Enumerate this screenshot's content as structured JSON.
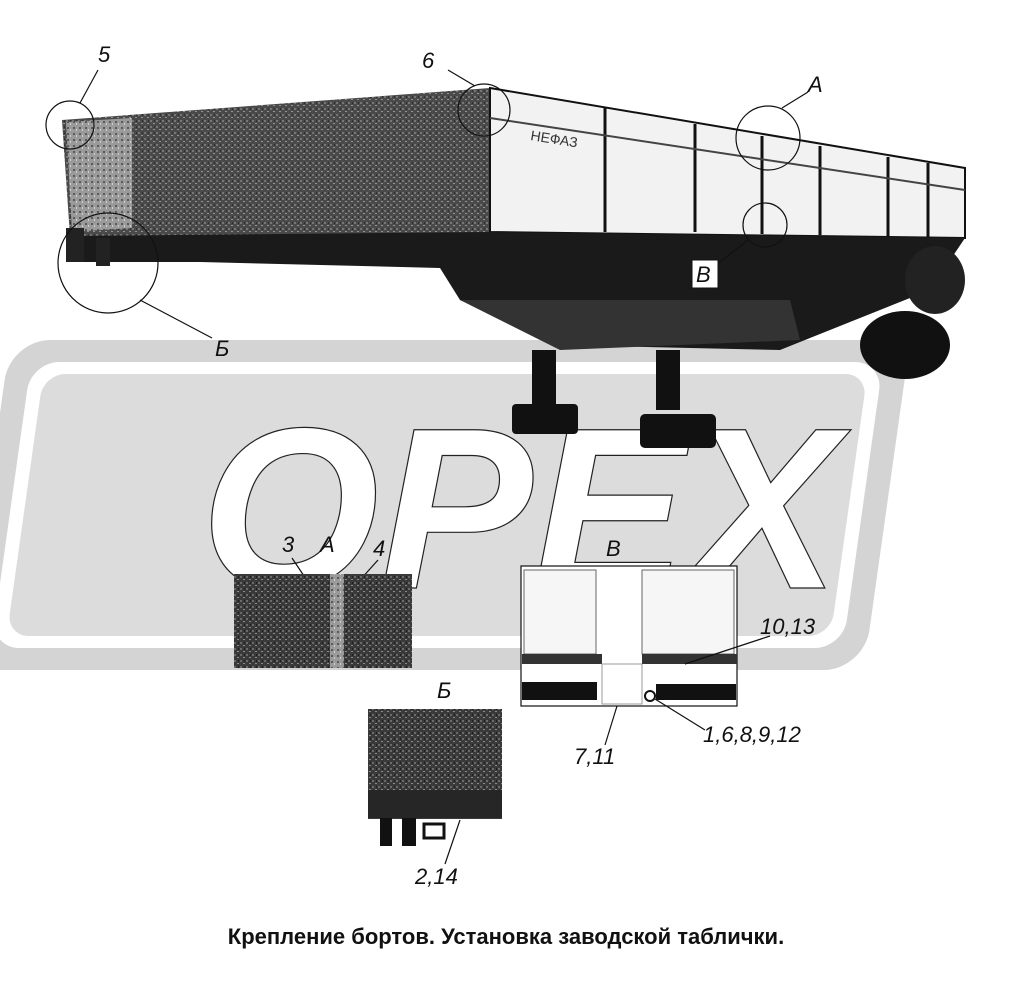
{
  "watermark": {
    "text": "OPEX"
  },
  "trailer": {
    "brand_text": "НЕФАЗ"
  },
  "callouts": {
    "label_5": "5",
    "label_6": "6",
    "label_A": "А",
    "label_B_cyr": "Б",
    "label_V": "В"
  },
  "details": {
    "A": {
      "title": "А",
      "part_3": "3",
      "part_4": "4"
    },
    "V": {
      "title": "В",
      "part_10_13": "10,13",
      "part_1_6_8_9_12": "1,6,8,9,12",
      "part_7_11": "7,11"
    },
    "B": {
      "title": "Б",
      "part_2_14": "2,14"
    }
  },
  "caption": "Крепление бортов. Установка заводской таблички."
}
